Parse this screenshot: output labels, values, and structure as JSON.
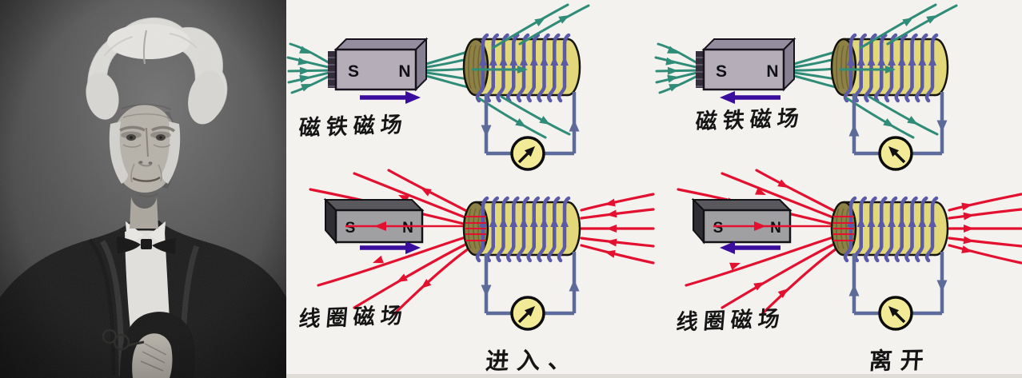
{
  "colors": {
    "panel_background": "#f4f2ee",
    "magnet_field_line": "#2f8c78",
    "coil_field_line": "#e3102f",
    "motion_arrow": "#3a0d9e",
    "coil_body": "#e2d87a",
    "coil_end_cap": "#8d8146",
    "coil_winding": "#5a5aa8",
    "circuit_wire": "#5d6b9b",
    "galvanometer_face": "#f3ea97",
    "magnet_front_top_row": "#b5adb8",
    "magnet_front_bottom_row": "#a0a0a2",
    "label_ink": "#151515"
  },
  "diagrams": [
    {
      "position": "top-left",
      "caption": "磁铁磁场",
      "sub_caption": "",
      "field_view": "magnet",
      "field_direction": "rightward",
      "magnet_pole_left": "S",
      "magnet_pole_right": "N",
      "magnet_motion": "toward-coil",
      "galvanometer_needle": "up-right"
    },
    {
      "position": "top-right",
      "caption": "磁铁磁场",
      "sub_caption": "",
      "field_view": "magnet",
      "field_direction": "rightward",
      "magnet_pole_left": "S",
      "magnet_pole_right": "N",
      "magnet_motion": "away-from-coil",
      "galvanometer_needle": "up-left"
    },
    {
      "position": "bottom-left",
      "caption": "线圈磁场",
      "sub_caption": "进入、",
      "field_view": "coil",
      "field_direction": "leftward",
      "magnet_pole_left": "S",
      "magnet_pole_right": "N",
      "magnet_motion": "toward-coil",
      "galvanometer_needle": "up-right"
    },
    {
      "position": "bottom-right",
      "caption": "线圈磁场",
      "sub_caption": "离开",
      "field_view": "coil",
      "field_direction": "rightward",
      "magnet_pole_left": "S",
      "magnet_pole_right": "N",
      "magnet_motion": "away-from-coil",
      "galvanometer_needle": "up-left"
    }
  ]
}
